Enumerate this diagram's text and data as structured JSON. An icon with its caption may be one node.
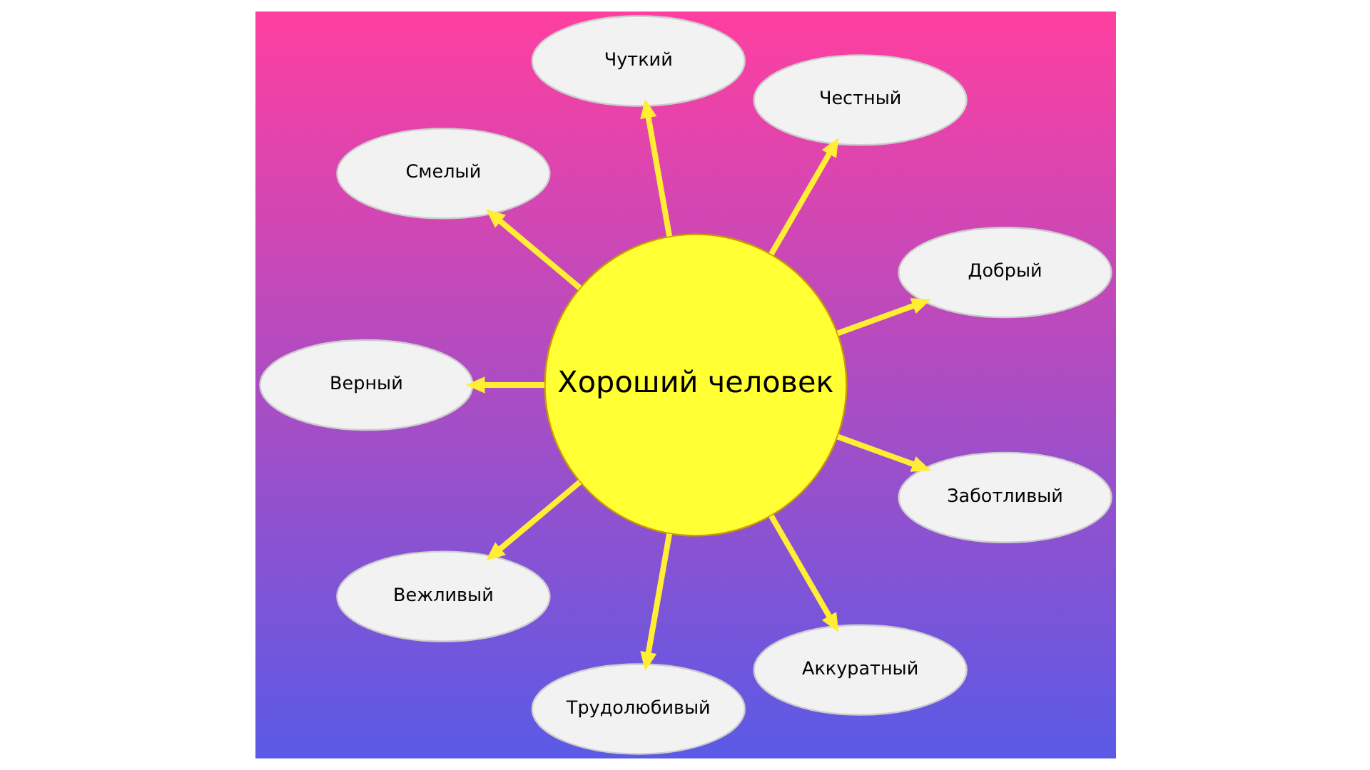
{
  "diagram": {
    "nodes": [
      {
        "text": [
          "Хороший человек"
        ]
      },
      {
        "text": [
          "Добрый"
        ]
      },
      {
        "text": [
          "Честный"
        ]
      },
      {
        "text": [
          "Чуткий"
        ]
      },
      {
        "text": [
          "Смелый"
        ]
      },
      {
        "text": [
          "Верный"
        ]
      },
      {
        "text": [
          "Вежливый"
        ]
      },
      {
        "text": [
          "Трудолюбивый"
        ]
      },
      {
        "text": [
          "Аккуратный"
        ]
      },
      {
        "text": [
          "Заботливый"
        ]
      }
    ],
    "edges": [
      {
        "from": 0,
        "to": 1,
        "arrow": "to"
      },
      {
        "from": 0,
        "to": 2,
        "arrow": "to"
      },
      {
        "from": 0,
        "to": 3,
        "arrow": "to"
      },
      {
        "from": 0,
        "to": 4,
        "arrow": "to"
      },
      {
        "from": 0,
        "to": 5,
        "arrow": "to"
      },
      {
        "from": 0,
        "to": 6,
        "arrow": "to"
      },
      {
        "from": 0,
        "to": 7,
        "arrow": "to"
      },
      {
        "from": 0,
        "to": 8,
        "arrow": "to"
      },
      {
        "from": 0,
        "to": 9,
        "arrow": "to"
      }
    ]
  }
}
